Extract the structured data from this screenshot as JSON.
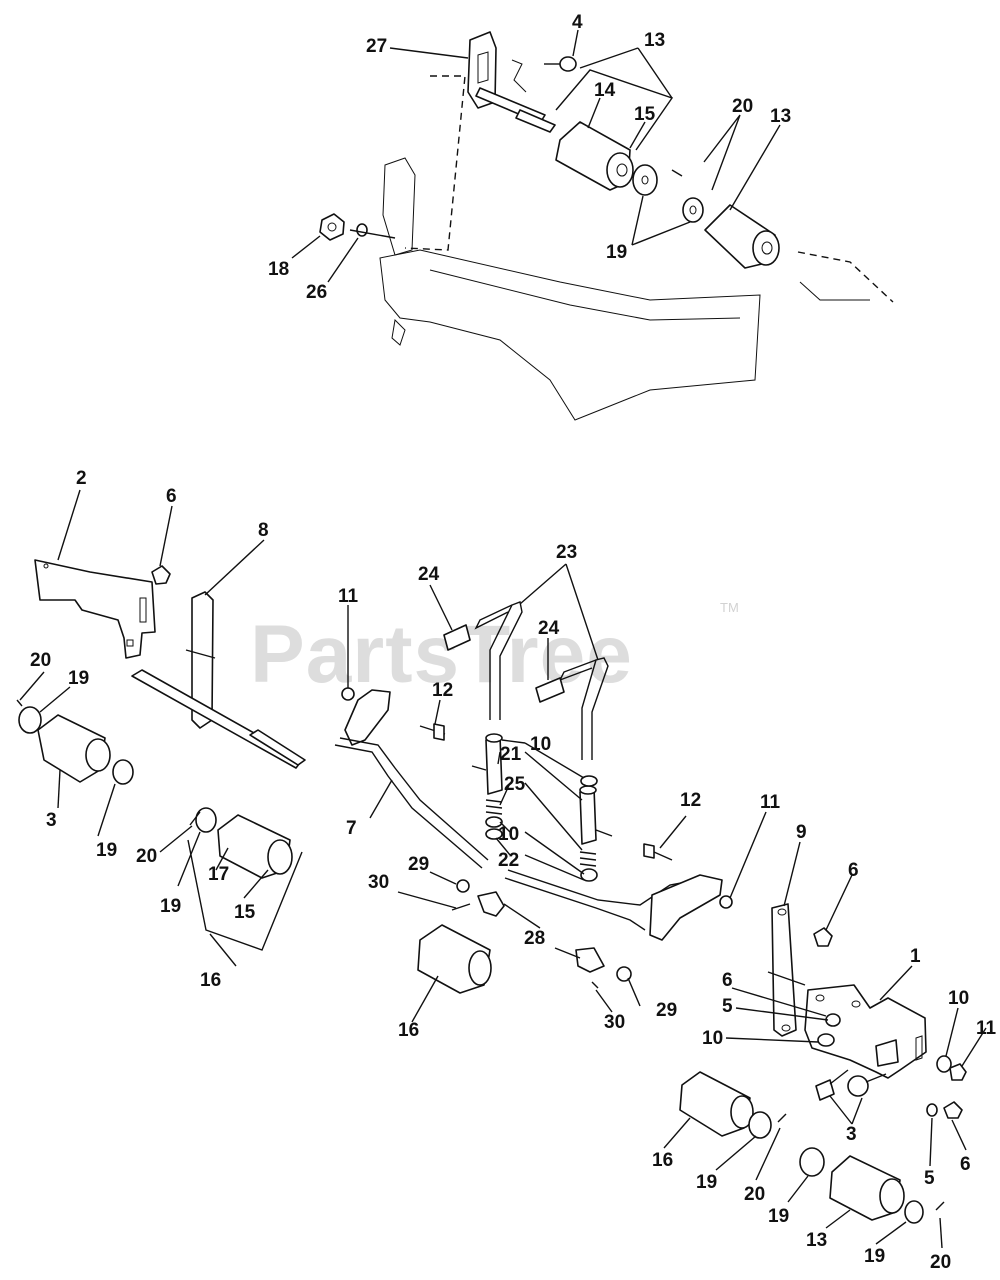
{
  "watermark": {
    "text": "PartsTree",
    "trademark": "TM"
  },
  "callouts": [
    "27",
    "4",
    "13",
    "14",
    "15",
    "20",
    "13",
    "19",
    "18",
    "26",
    "2",
    "6",
    "8",
    "23",
    "24",
    "11",
    "24",
    "12",
    "20",
    "19",
    "10",
    "21",
    "3",
    "25",
    "7",
    "19",
    "20",
    "10",
    "22",
    "12",
    "11",
    "9",
    "29",
    "17",
    "19",
    "15",
    "30",
    "6",
    "28",
    "16",
    "1",
    "16",
    "6",
    "5",
    "10",
    "10",
    "11",
    "29",
    "30",
    "3",
    "16",
    "19",
    "20",
    "5",
    "6",
    "19",
    "13",
    "19",
    "20"
  ]
}
